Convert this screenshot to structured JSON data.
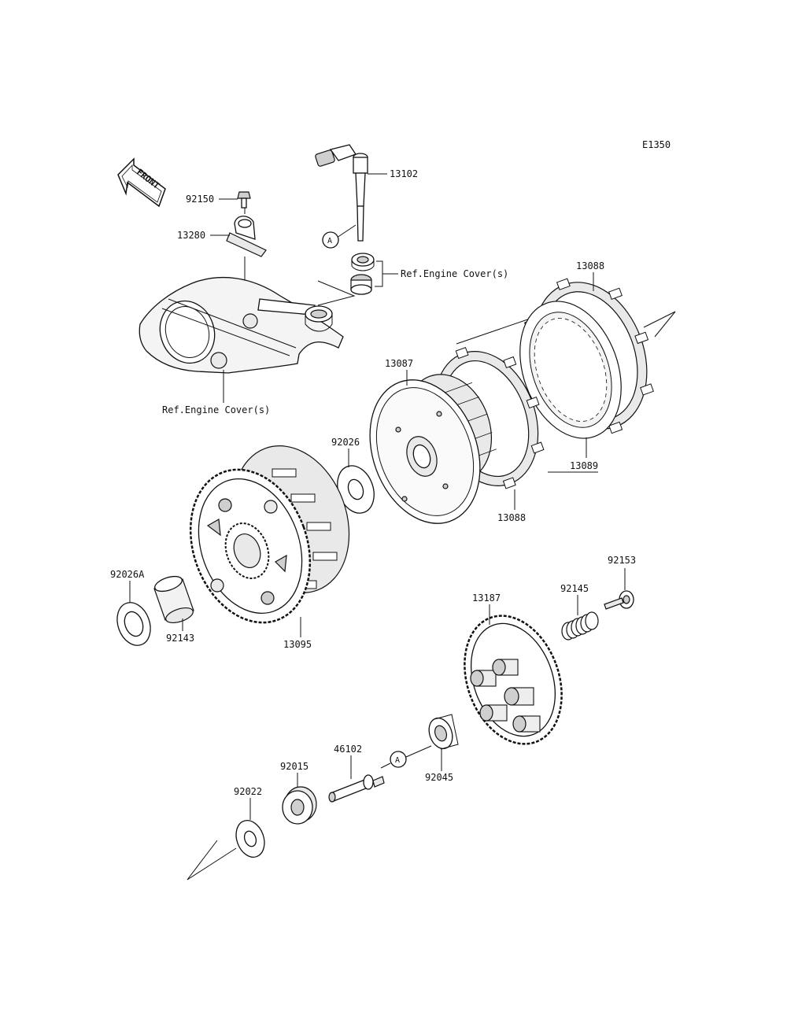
{
  "diagram": {
    "code": "E1350",
    "front_label": "FRONT",
    "ref_engine_cover_top": "Ref.Engine Cover(s)",
    "ref_engine_cover_left": "Ref.Engine Cover(s)",
    "marker_a": "A",
    "parts": {
      "p92150": "92150",
      "p13280": "13280",
      "p13102": "13102",
      "p13088_top": "13088",
      "p13087": "13087",
      "p13089": "13089",
      "p13088_bottom": "13088",
      "p92026": "92026",
      "p92026a": "92026A",
      "p92143": "92143",
      "p13095": "13095",
      "p92153": "92153",
      "p92145": "92145",
      "p13187": "13187",
      "p46102": "46102",
      "p92045": "92045",
      "p92015": "92015",
      "p92022": "92022"
    }
  }
}
